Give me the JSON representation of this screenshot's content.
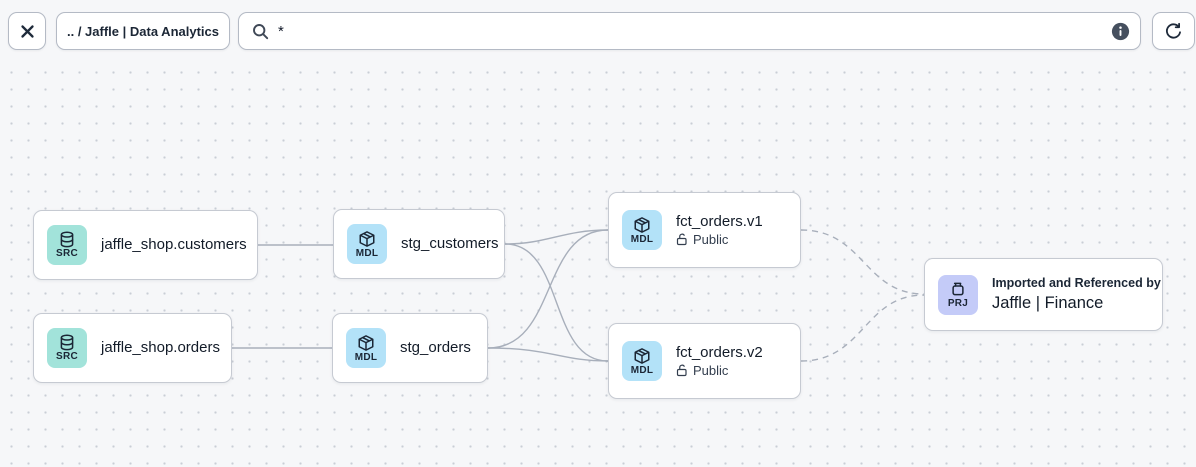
{
  "toolbar": {
    "close_label": "close",
    "breadcrumb": ".. / Jaffle | Data Analytics",
    "search": {
      "value": "*",
      "icon": "magnifier-icon"
    },
    "info_icon": "info-icon",
    "refresh_icon": "refresh-icon"
  },
  "colors": {
    "canvas_bg": "#f6f7f9",
    "dot": "#c9ced6",
    "node_border": "#c6cad2",
    "edge": "#a8afbb",
    "src_tile": "#a2e3da",
    "mdl_tile": "#b3e2f8",
    "prj_tile": "#c4cbf8",
    "text": "#121b28"
  },
  "nodes": [
    {
      "id": "src-customers",
      "badge": "SRC",
      "icon": "database-icon",
      "title": "jaffle_shop.customers"
    },
    {
      "id": "src-orders",
      "badge": "SRC",
      "icon": "database-icon",
      "title": "jaffle_shop.orders"
    },
    {
      "id": "stg-customers",
      "badge": "MDL",
      "icon": "cube-icon",
      "title": "stg_customers"
    },
    {
      "id": "stg-orders",
      "badge": "MDL",
      "icon": "cube-icon",
      "title": "stg_orders"
    },
    {
      "id": "fct-orders-v1",
      "badge": "MDL",
      "icon": "cube-icon",
      "title": "fct_orders.v1",
      "access": "Public",
      "access_icon": "unlock-icon"
    },
    {
      "id": "fct-orders-v2",
      "badge": "MDL",
      "icon": "cube-icon",
      "title": "fct_orders.v2",
      "access": "Public",
      "access_icon": "unlock-icon"
    },
    {
      "id": "prj-finance",
      "badge": "PRJ",
      "icon": "project-jar-icon",
      "subtitle": "Imported and Referenced by",
      "title": "Jaffle | Finance"
    }
  ],
  "edges": [
    {
      "from": "jaffle_shop.customers",
      "to": "stg_customers",
      "style": "solid"
    },
    {
      "from": "jaffle_shop.orders",
      "to": "stg_orders",
      "style": "solid"
    },
    {
      "from": "stg_customers",
      "to": "fct_orders.v1",
      "style": "solid"
    },
    {
      "from": "stg_customers",
      "to": "fct_orders.v2",
      "style": "solid"
    },
    {
      "from": "stg_orders",
      "to": "fct_orders.v1",
      "style": "solid"
    },
    {
      "from": "stg_orders",
      "to": "fct_orders.v2",
      "style": "solid"
    },
    {
      "from": "fct_orders.v1",
      "to": "Jaffle | Finance",
      "style": "dashed"
    },
    {
      "from": "fct_orders.v2",
      "to": "Jaffle | Finance",
      "style": "dashed"
    }
  ]
}
